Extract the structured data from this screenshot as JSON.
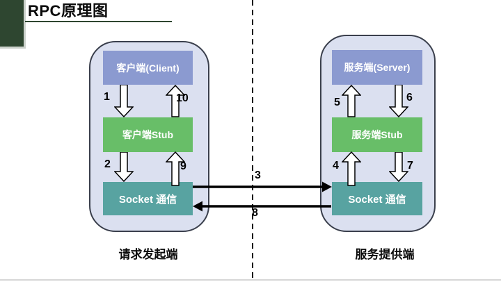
{
  "title": {
    "text": "RPC原理图"
  },
  "left_panel": {
    "caption": "请求发起端",
    "boxes": [
      {
        "label": "客户端(Client)"
      },
      {
        "label": "客户端Stub"
      },
      {
        "label": "Socket 通信"
      }
    ]
  },
  "right_panel": {
    "caption": "服务提供端",
    "boxes": [
      {
        "label": "服务端(Server)"
      },
      {
        "label": "服务端Stub"
      },
      {
        "label": "Socket 通信"
      }
    ]
  },
  "steps": {
    "client_call": "1",
    "client_stub_send": "2",
    "network_request": "3",
    "server_socket_deliver": "4",
    "server_stub_call": "5",
    "server_return": "6",
    "server_stub_send": "7",
    "network_response": "8",
    "client_socket_deliver": "9",
    "client_return": "10"
  },
  "colors": {
    "endpoint_box": "#8b9ad0",
    "stub_box": "#68be68",
    "socket_box": "#58a3a1",
    "panel_fill": "#dbe0f0",
    "panel_border": "#3a3f4c",
    "accent_dark_green": "#2e4630",
    "connector": "#000000"
  }
}
